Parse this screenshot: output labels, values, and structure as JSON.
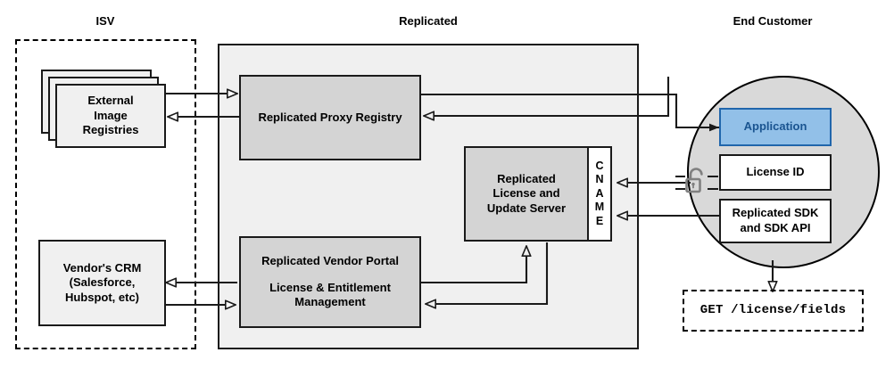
{
  "diagram": {
    "title_zones": [
      {
        "name": "isv",
        "label": "ISV"
      },
      {
        "name": "replicated",
        "label": "Replicated"
      },
      {
        "name": "end-customer",
        "label": "End Customer"
      }
    ],
    "isv": {
      "zone_label": "ISV",
      "external_registries": "External\nImage\nRegistries",
      "external_registries_lines": [
        "External",
        "Image",
        "Registries"
      ],
      "vendor_crm_lines": [
        "Vendor's CRM",
        "(Salesforce,",
        "Hubspot, etc)"
      ]
    },
    "replicated": {
      "zone_label": "Replicated",
      "proxy_registry": "Replicated Proxy Registry",
      "license_server_lines": [
        "Replicated",
        "License and",
        "Update Server"
      ],
      "cname_letters": [
        "C",
        "N",
        "A",
        "M",
        "E"
      ],
      "cname_label": "CNAME",
      "vendor_portal_lines": [
        "Replicated Vendor Portal",
        "License & Entitlement",
        "Management"
      ],
      "vendor_portal_title": "Replicated Vendor Portal",
      "vendor_portal_sub_line1": "License & Entitlement",
      "vendor_portal_sub_line2": "Management"
    },
    "end_customer": {
      "zone_label": "End Customer",
      "application": "Application",
      "license_id": "License ID",
      "sdk_lines": [
        "Replicated SDK",
        "and SDK API"
      ],
      "api_request": "GET /license/fields",
      "lock_icon_name": "unlocked-padlock-icon"
    },
    "colors": {
      "accent_blue_fill": "#92c0e8",
      "accent_blue_border": "#2166ac",
      "accent_blue_text": "#1a5490",
      "node_grey": "#d4d4d4",
      "node_light": "#f0f0f0",
      "container_grey": "#f0f0f0",
      "circle_grey": "#d9d9d9",
      "stroke": "#1a1a1a",
      "lock_stroke": "#808080"
    }
  }
}
